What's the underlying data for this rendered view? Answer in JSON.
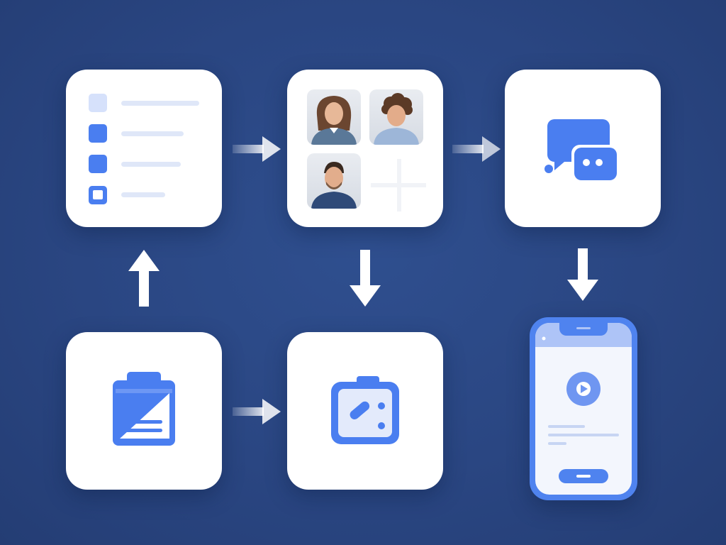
{
  "diagram": {
    "colors": {
      "background": "#2a4682",
      "card": "#ffffff",
      "accent": "#4a7ef0",
      "accent_light": "#d6e1fb",
      "arrow": "#ffffff"
    },
    "nodes": [
      {
        "id": "checklist",
        "icon": "checklist-icon"
      },
      {
        "id": "people-grid",
        "icon": "people-grid-icon",
        "photos": 3
      },
      {
        "id": "chat",
        "icon": "chat-bubbles-icon"
      },
      {
        "id": "clipboard",
        "icon": "clipboard-icon"
      },
      {
        "id": "calendar-edit",
        "icon": "calendar-edit-icon"
      },
      {
        "id": "mobile-app",
        "icon": "smartphone-video-icon"
      }
    ],
    "edges": [
      {
        "from": "clipboard",
        "to": "checklist"
      },
      {
        "from": "checklist",
        "to": "people-grid"
      },
      {
        "from": "people-grid",
        "to": "chat"
      },
      {
        "from": "people-grid",
        "to": "calendar-edit"
      },
      {
        "from": "clipboard",
        "to": "calendar-edit"
      },
      {
        "from": "chat",
        "to": "mobile-app"
      }
    ]
  }
}
